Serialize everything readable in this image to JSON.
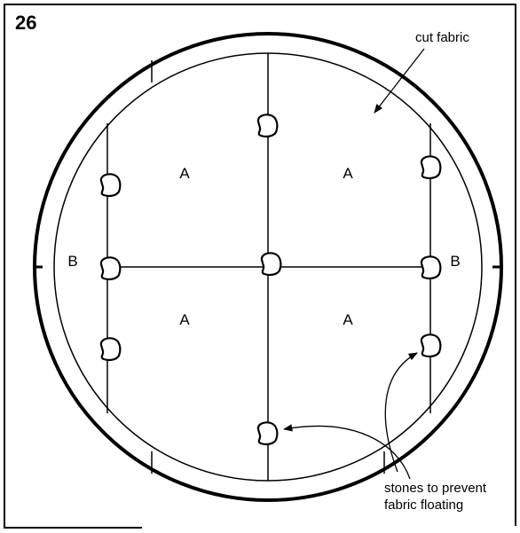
{
  "figure": {
    "number": "26",
    "annotations": {
      "cut_fabric": "cut fabric",
      "stones_line1": "stones to prevent",
      "stones_line2": "fabric floating"
    },
    "regions": {
      "a": "A",
      "b": "B"
    }
  }
}
